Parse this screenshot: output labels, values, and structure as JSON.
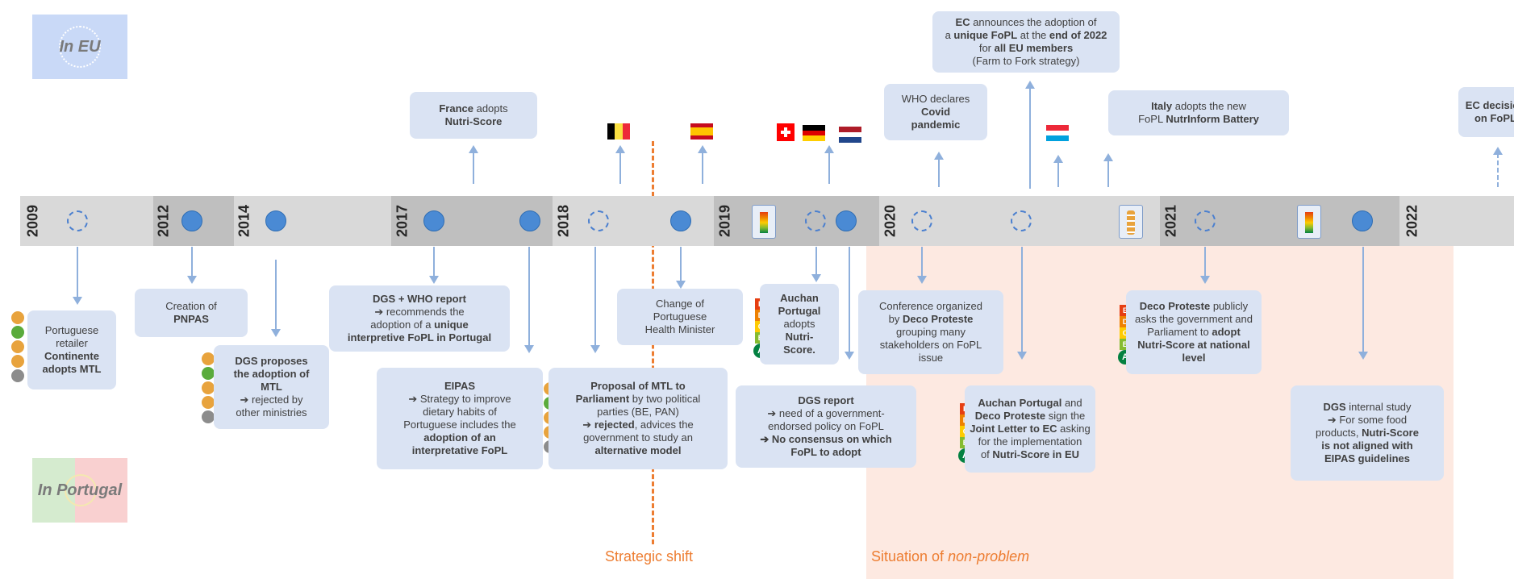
{
  "labels": {
    "in_eu": "In EU",
    "in_portugal": "In Portugal",
    "strategic_shift": "Strategic shift",
    "situation_prefix": "Situation of ",
    "situation_italic": "non-problem"
  },
  "years": [
    "2009",
    "2012",
    "2014",
    "2017",
    "2018",
    "2019",
    "2020",
    "2021",
    "2022"
  ],
  "eu_events": {
    "france": [
      "France",
      " adopts",
      "Nutri-Score"
    ],
    "ec_announces": [
      "EC",
      " announces the adoption of",
      "a ",
      "unique FoPL",
      " at the ",
      "end of 2022",
      " for ",
      "all EU members",
      "(Farm to Fork strategy)"
    ],
    "who": [
      "WHO declares",
      "Covid",
      "pandemic"
    ],
    "italy": [
      "Italy",
      " adopts the new",
      "FoPL ",
      "NutrInform Battery"
    ],
    "ec_decision": [
      "EC decision",
      "on FoPL"
    ]
  },
  "pt_events": {
    "continente": [
      "Portuguese",
      "retailer",
      "Continente",
      "adopts MTL"
    ],
    "pnpas": [
      "Creation of",
      "PNPAS"
    ],
    "dgs_proposes": [
      "DGS proposes",
      "the adoption of",
      "MTL",
      "➔ rejected by",
      "other ministries"
    ],
    "dgs_who": [
      "DGS + WHO report",
      "➔ recommends the",
      "adoption of a ",
      "unique",
      "interpretive FoPL in Portugal"
    ],
    "eipas": [
      "EIPAS",
      "➔ Strategy to improve",
      "dietary habits of",
      "Portuguese includes the",
      "adoption of an",
      "interpretative FoPL"
    ],
    "proposal": [
      "Proposal of MTL to",
      "Parliament",
      " by two political",
      "parties (BE, PAN)",
      "➔ ",
      "rejected",
      ", advices the",
      "government to study an",
      "alternative model"
    ],
    "health_minister": [
      "Change of",
      "Portuguese",
      "Health Minister"
    ],
    "auchan": [
      "Auchan",
      "Portugal",
      "adopts",
      "Nutri-",
      "Score."
    ],
    "dgs_report": [
      "DGS report",
      "➔ need of a government-",
      "endorsed policy on FoPL",
      "➔ No consensus on which",
      "FoPL to adopt"
    ],
    "conference": [
      "Conference organized",
      "by ",
      "Deco Proteste",
      "grouping many",
      "stakeholders on FoPL",
      "issue"
    ],
    "joint_letter": [
      "Auchan Portugal",
      " and",
      "Deco Proteste",
      " sign the",
      "Joint Letter to EC",
      " asking",
      "for the implementation",
      "of ",
      "Nutri-Score in EU"
    ],
    "deco_asks": [
      "Deco Proteste",
      " publicly",
      "asks the government and",
      "Parliament to ",
      "adopt",
      "Nutri-Score at national",
      "level"
    ],
    "dgs_internal": [
      "DGS",
      " internal study",
      "➔ For some food",
      "products, ",
      "Nutri-Score",
      "is not aligned with",
      "EIPAS guidelines"
    ]
  },
  "nutriscore_letters": [
    "A",
    "B",
    "C",
    "D",
    "E"
  ],
  "colors": {
    "timeline_light": "#d9d9d9",
    "timeline_dark": "#bfbfbf",
    "box_fill": "#dae3f3",
    "arrow": "#8fb0dc",
    "dot": "#4a8ad4",
    "accent_orange": "#ed7d31",
    "pink_region": "#fde9e1",
    "eu_blue": "#c9d9f7",
    "pt_green": "#d5ebcf",
    "pt_red": "#f9d0d0"
  }
}
